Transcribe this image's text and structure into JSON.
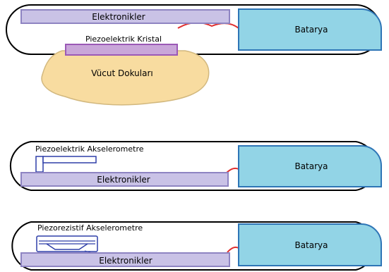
{
  "diagram": {
    "panel1": {
      "electronics_label": "Elektronikler",
      "crystal_label": "Piezoelektrik Kristal",
      "tissue_label": "Vücut Dokuları",
      "battery_label": "Batarya"
    },
    "panel2": {
      "sensor_label": "Piezoelektrik Akselerometre",
      "electronics_label": "Elektronikler",
      "battery_label": "Batarya"
    },
    "panel3": {
      "sensor_label": "Piezorezistif Akselerometre",
      "electronics_label": "Elektronikler",
      "battery_label": "Batarya"
    }
  },
  "colors": {
    "electronics_fill": "#c9c2e6",
    "electronics_stroke": "#8e84c2",
    "crystal_fill": "#c9a6d9",
    "crystal_stroke": "#9b59b6",
    "battery_fill": "#92d4e6",
    "battery_stroke": "#2e75b6",
    "tissue_fill": "#f8dca0",
    "tissue_stroke": "#d2b87e",
    "wire": "#e03030",
    "accel_stroke": "#2f3fa8"
  }
}
